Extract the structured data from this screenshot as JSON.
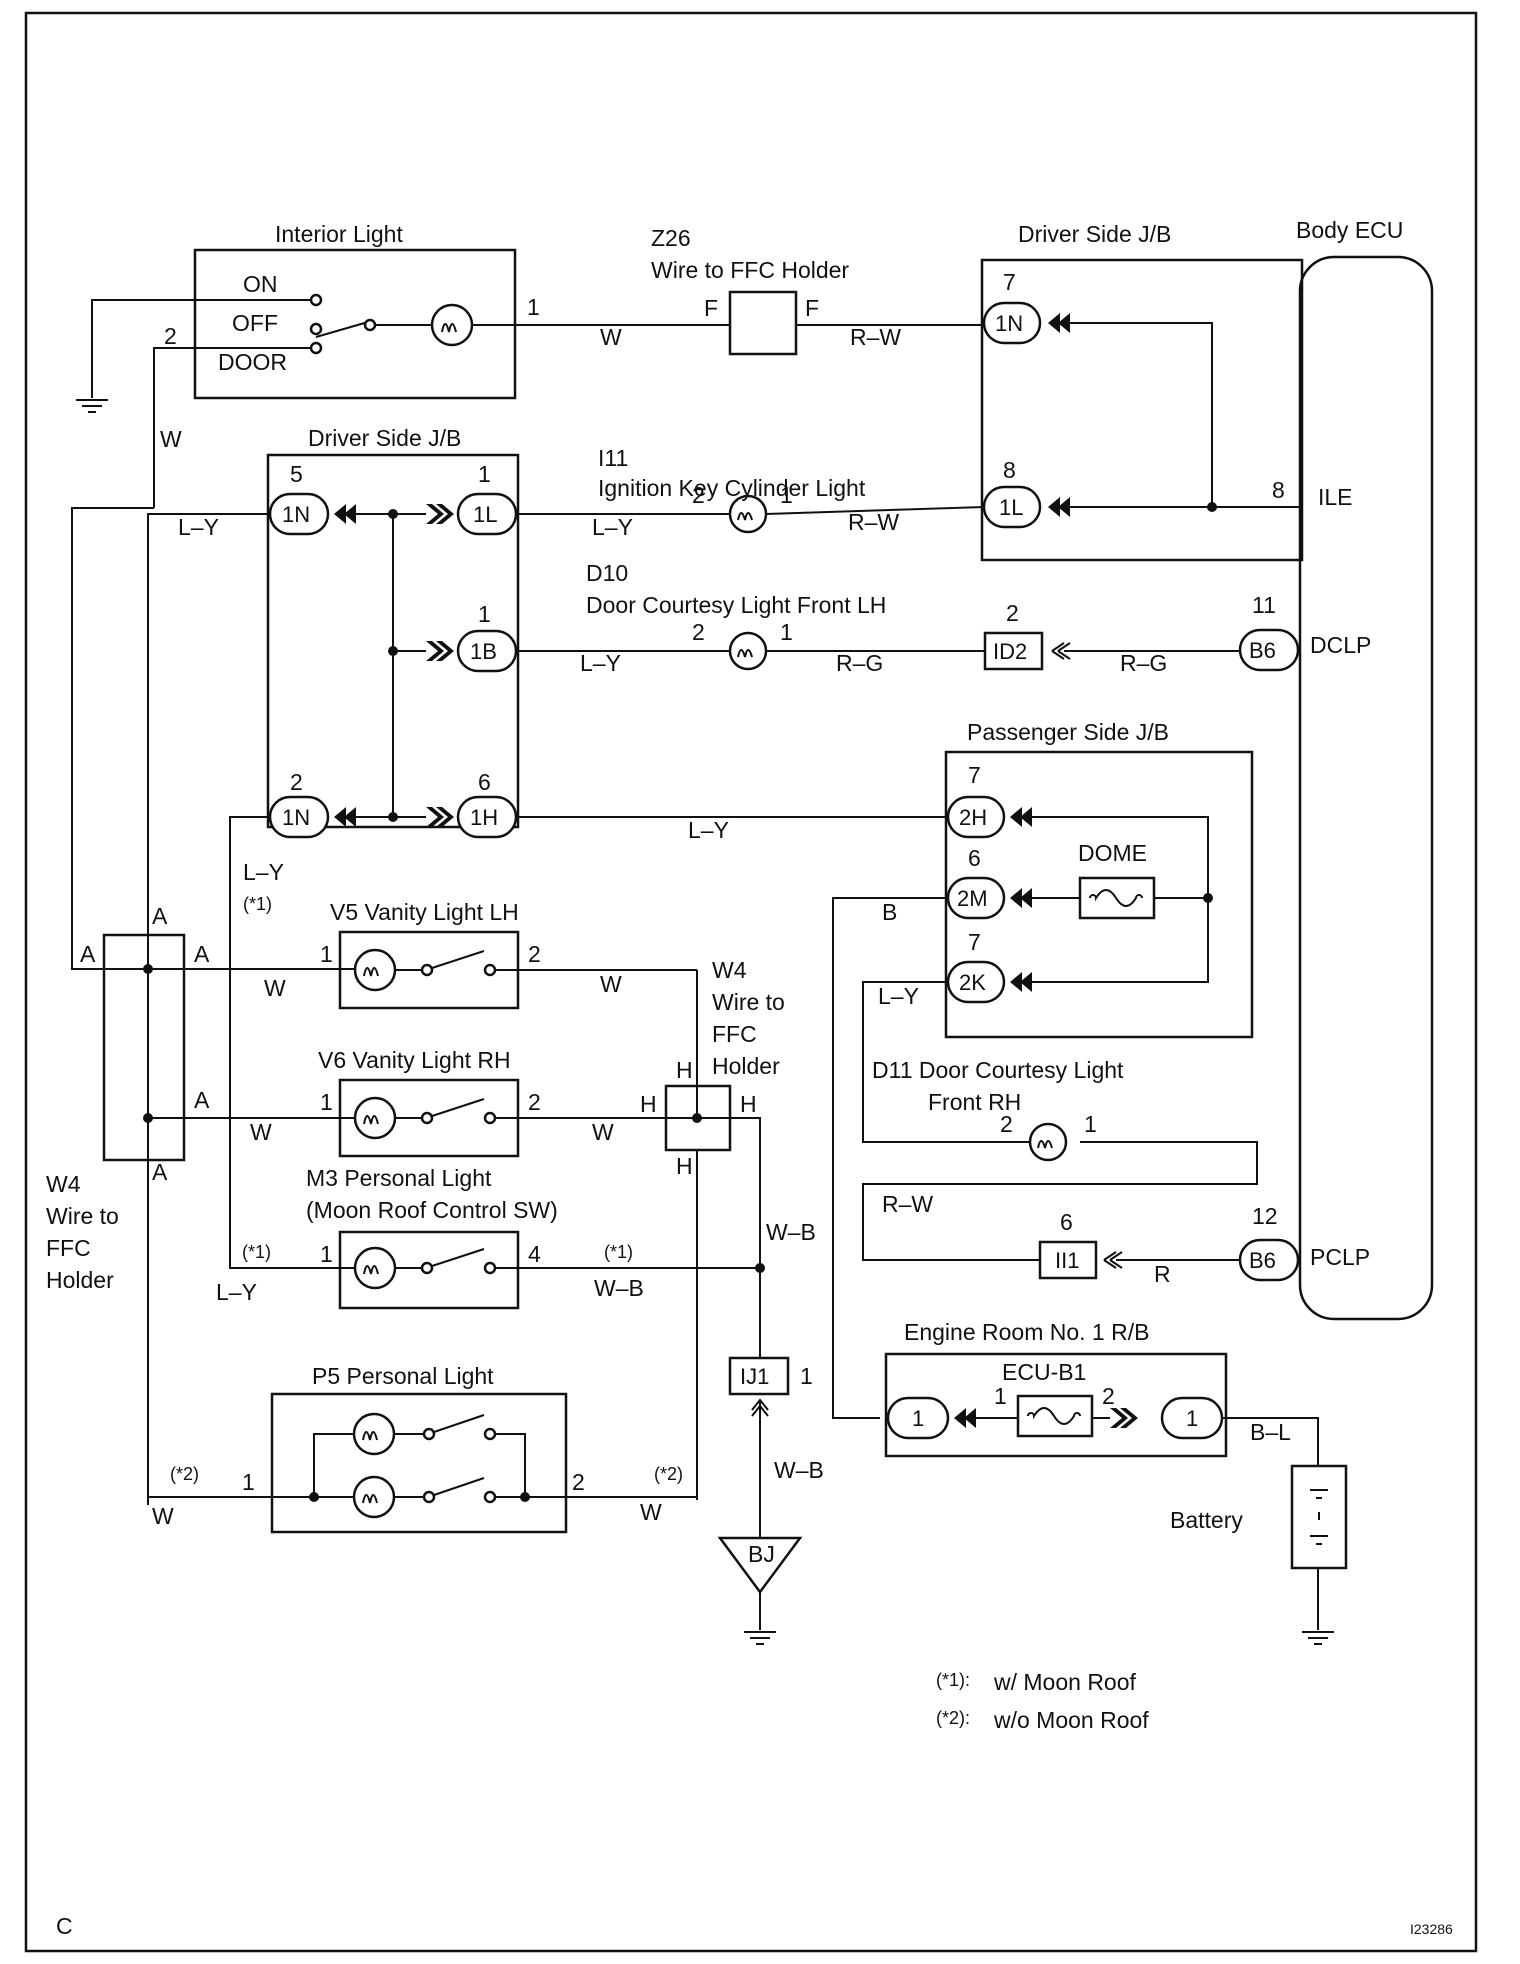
{
  "diagram_id": "I23286",
  "page_letter": "C",
  "components": {
    "interior_light": {
      "title": "Interior Light",
      "on": "ON",
      "off": "OFF",
      "door": "DOOR"
    },
    "z26": {
      "code": "Z26",
      "name": "Wire to FFC Holder",
      "pin_left": "F",
      "pin_right": "F"
    },
    "driver_jb_top": {
      "title": "Driver Side J/B"
    },
    "driver_jb_left": {
      "title": "Driver Side J/B"
    },
    "body_ecu": {
      "title": "Body ECU",
      "ile": "ILE",
      "dclp": "DCLP",
      "pclp": "PCLP"
    },
    "i11": {
      "code": "I11",
      "name": "Ignition Key Cylinder Light"
    },
    "d10": {
      "code": "D10",
      "name": "Door Courtesy Light Front LH"
    },
    "passenger_jb": {
      "title": "Passenger Side J/B",
      "dome": "DOME"
    },
    "v5": {
      "name": "V5 Vanity Light LH"
    },
    "v6": {
      "name": "V6 Vanity Light RH"
    },
    "m3": {
      "name": "M3 Personal Light",
      "sub": "(Moon Roof Control SW)"
    },
    "p5": {
      "name": "P5 Personal Light"
    },
    "w4_right": {
      "line1": "W4",
      "line2": "Wire to",
      "line3": "FFC",
      "line4": "Holder"
    },
    "w4_left": {
      "line1": "W4",
      "line2": "Wire to",
      "line3": "FFC",
      "line4": "Holder"
    },
    "d11": {
      "line1": "D11 Door Courtesy Light",
      "line2": "Front RH"
    },
    "engine_rb": {
      "title": "Engine Room No. 1 R/B",
      "fuse": "ECU-B1"
    },
    "battery": {
      "label": "Battery"
    },
    "ground_bj": {
      "label": "BJ"
    }
  },
  "connectors": {
    "c1N_top": "1N",
    "c1L_right": "1L",
    "c1N_5": "1N",
    "c1L_1": "1L",
    "c1B": "1B",
    "c1N_2": "1N",
    "c1H": "1H",
    "cID2": "ID2",
    "cB6_11": "B6",
    "cB6_12": "B6",
    "c2H": "2H",
    "c2M": "2M",
    "c2K": "2K",
    "cII1": "II1",
    "cIJ1": "IJ1",
    "cER1_left": "1",
    "cER1_right": "1"
  },
  "pins": {
    "p_il_2": "2",
    "p_il_1": "1",
    "p_1N_7": "7",
    "p_1L_8": "8",
    "p_ile_8": "8",
    "p_1N_5": "5",
    "p_1L_1": "1",
    "p_1B_1": "1",
    "p_1N_2": "2",
    "p_1H_6": "6",
    "p_i11_2": "2",
    "p_i11_1": "1",
    "p_d10_2": "2",
    "p_d10_1": "1",
    "p_id2_2": "2",
    "p_b6_11": "11",
    "p_2H_7": "7",
    "p_2M_6": "6",
    "p_2K_7": "7",
    "p_v5_1": "1",
    "p_v5_2": "2",
    "p_v6_1": "1",
    "p_v6_2": "2",
    "p_m3_1": "1",
    "p_m3_4": "4",
    "p_p5_1": "1",
    "p_p5_2": "2",
    "p_d11_2": "2",
    "p_d11_1": "1",
    "p_ii1_6": "6",
    "p_b6_12": "12",
    "p_ij1_1": "1",
    "p_fuse_1": "1",
    "p_fuse_2": "2",
    "p_w4_A1": "A",
    "p_w4_A2": "A",
    "p_w4_A3": "A",
    "p_w4_A4": "A",
    "p_w4_A5": "A",
    "p_w4r_H1": "H",
    "p_w4r_H2": "H",
    "p_w4r_H3": "H"
  },
  "wires": {
    "w_il_2": "W",
    "w_il_1": "W",
    "w_z26_rw": "R–W",
    "w_ly_1n5": "L–Y",
    "w_ly_i11": "L–Y",
    "w_rw_i11": "R–W",
    "w_ly_d10": "L–Y",
    "w_rg_d10": "R–G",
    "w_rg_b6": "R–G",
    "w_ly_1h": "L–Y",
    "w_ly_1n2": "L–Y",
    "w_b_2m": "B",
    "w_ly_2k": "L–Y",
    "w_v5_w1": "W",
    "w_v5_w2": "W",
    "w_v6_w1": "W",
    "w_v6_w2": "W",
    "w_m3_ly": "L–Y",
    "w_m3_wb": "W–B",
    "w_wb_ij1": "W–B",
    "w_wb_bj": "W–B",
    "w_p5_w1": "W",
    "w_p5_w2": "W",
    "w_d11_rw": "R–W",
    "w_ii1_r": "R",
    "w_bl": "B–L"
  },
  "notes": {
    "n1": "(*1)",
    "n1b": "(*1)",
    "n1c": "(*1)",
    "n2": "(*2)",
    "n2b": "(*2)",
    "legend1_key": "(*1):",
    "legend1_val": "w/ Moon Roof",
    "legend2_key": "(*2):",
    "legend2_val": "w/o Moon Roof"
  }
}
